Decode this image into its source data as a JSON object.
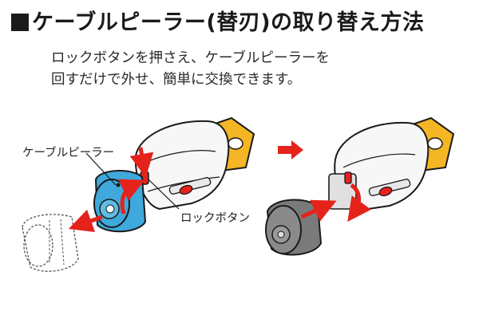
{
  "header": {
    "title": "ケーブルピーラー(替刃)の取り替え方法"
  },
  "description": {
    "line1": "ロックボタンを押さえ、ケーブルピーラーを",
    "line2": "回すだけで外せ、簡単に交換できます。"
  },
  "labels": {
    "cable_peeler": "ケーブルピーラー",
    "lock_button": "ロックボタン"
  },
  "colors": {
    "accent_red": "#e5231b",
    "peeler_blue": "#3fa9dc",
    "handle_yellow": "#f4b624",
    "peeler_gray": "#7a7a7a",
    "outline": "#1a1a1a"
  }
}
